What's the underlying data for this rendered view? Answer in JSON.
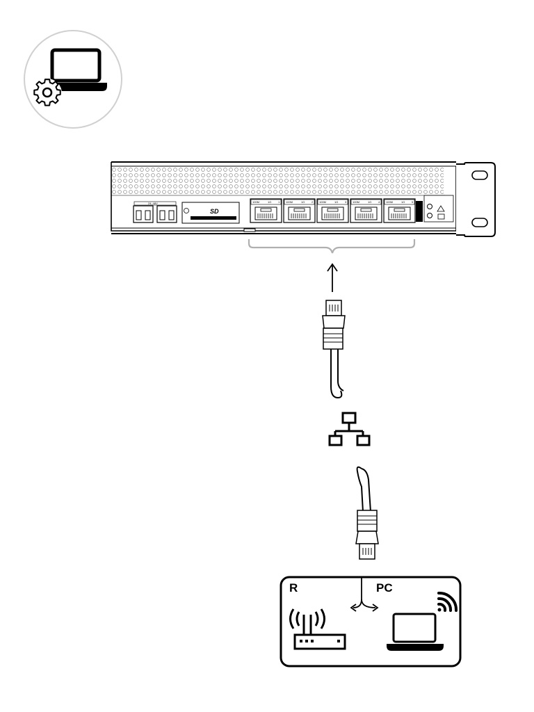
{
  "device": {
    "port_speed_labels": [
      "100M",
      "1G",
      "100M",
      "1G",
      "100M",
      "1G",
      "100M",
      "1G",
      "100M",
      "1G"
    ],
    "port_numbers": [
      "1",
      "2",
      "3",
      "4",
      "5"
    ],
    "sd_label": "SD",
    "power_label": "24–48V"
  },
  "destination": {
    "router_label": "R",
    "pc_label": "PC"
  },
  "icons": {
    "config": "laptop-gear-icon",
    "network": "network-icon",
    "router": "router-icon",
    "laptop": "laptop-icon",
    "wifi": "wifi-icon"
  }
}
